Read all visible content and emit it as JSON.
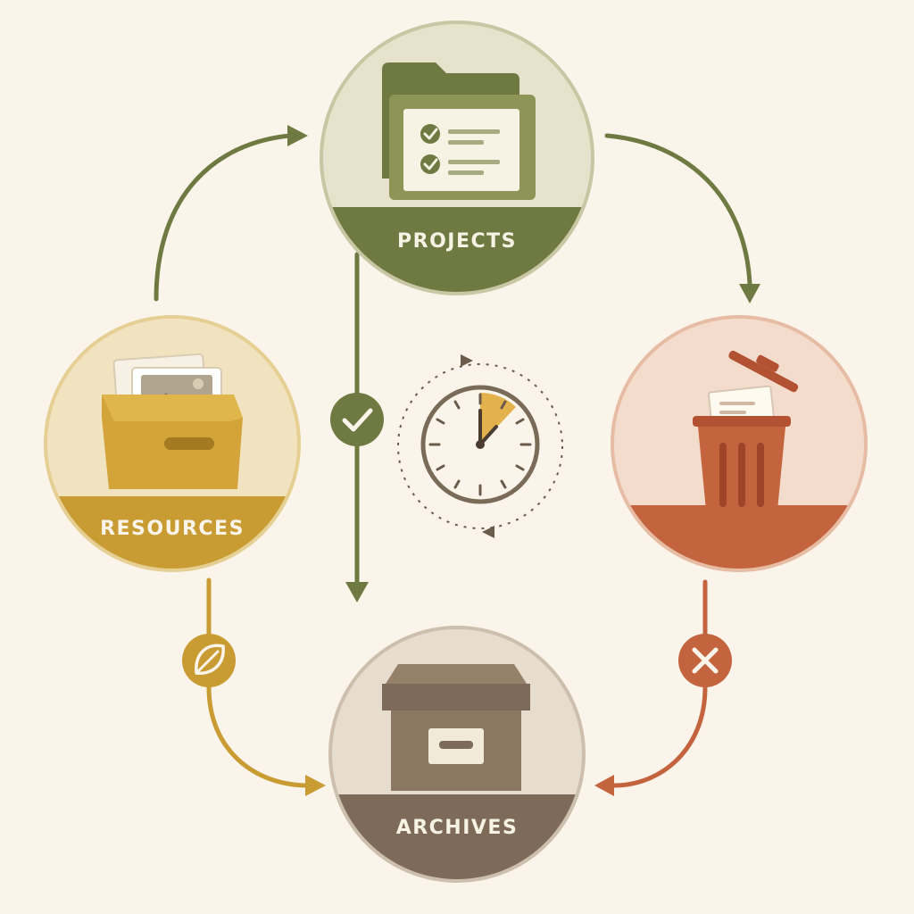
{
  "nodes": {
    "projects": {
      "label": "PROJECTS",
      "color": "#6f7a42",
      "tint": "#e6e2cc",
      "ring": "#c9c6a4"
    },
    "resources": {
      "label": "RESOURCES",
      "color": "#c99c33",
      "tint": "#f2e3c0",
      "ring": "#e5cf93"
    },
    "trash": {
      "label": "",
      "color": "#c4643f",
      "tint": "#f4dccc",
      "ring": "#e6bda4"
    },
    "archives": {
      "label": "ARCHIVES",
      "color": "#7d6a58",
      "tint": "#e7ddcf",
      "ring": "#cdbfad"
    }
  },
  "icons": {
    "projects": "folder-with-checklist-icon",
    "resources": "box-with-documents-icon",
    "trash": "trash-can-with-papers-icon",
    "archives": "archive-box-icon",
    "center": "clock-icon",
    "projects_to_archives": "checkmark-icon",
    "resources_to_archives": "leaf-icon",
    "trash_to_archives": "x-icon"
  },
  "colors": {
    "background": "#faf4ea",
    "center_accent": "#e4b24c"
  }
}
